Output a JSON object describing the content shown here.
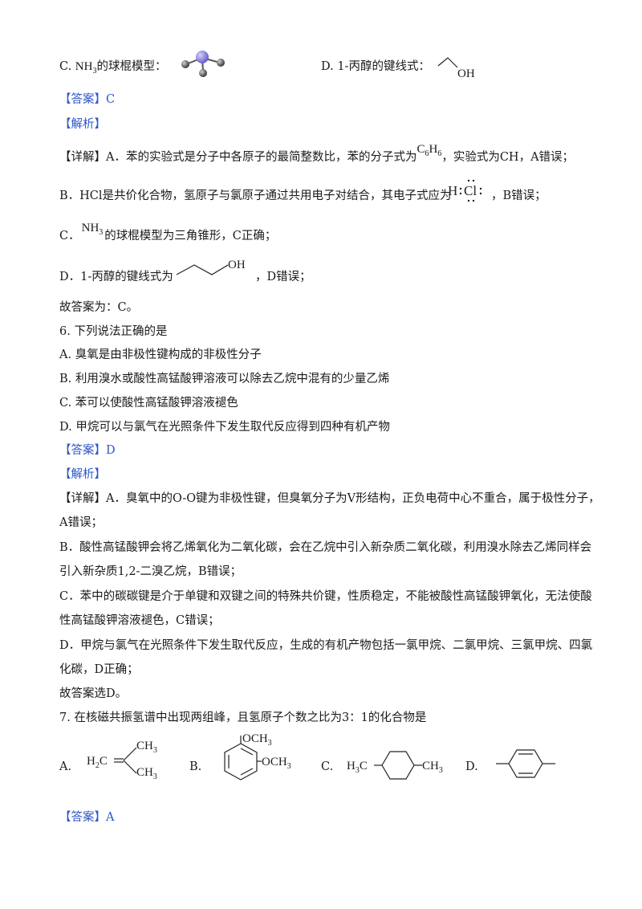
{
  "q5": {
    "optC_prefix": "C. ",
    "optC_formula": "NH",
    "optC_sub": "3",
    "optC_suffix": "的球棍模型：",
    "optD_text": "D. 1-丙醇的键线式：",
    "optD_oh": "OH",
    "answer": "【答案】C",
    "analysis": "【解析】",
    "detailA_pre": "【详解】A．苯的实验式是分子中各原子的最简整数比，苯的分子式为",
    "detailA_formula": "C",
    "detailA_sub1": "6",
    "detailA_h": "H",
    "detailA_sub2": "6",
    "detailA_post": "，实验式为CH，A错误；",
    "detailB_pre": "B．HCl是共价化合物，氢原子与氯原子通过共用电子对结合，其电子式应为",
    "detailB_h": "H",
    "detailB_cl": "Cl",
    "detailB_post": "，B错误；",
    "detailC_pre": "C．",
    "detailC_formula": "NH",
    "detailC_sub": "3",
    "detailC_post": "的球棍模型为三角锥形，C正确；",
    "detailD_pre": "D．1-丙醇的键线式为",
    "detailD_oh": "OH",
    "detailD_post": "，D错误；",
    "conclusion": "故答案为：C。"
  },
  "q6": {
    "stem": "6. 下列说法正确的是",
    "options": [
      "A. 臭氧是由非极性键构成的非极性分子",
      "B. 利用溴水或酸性高锰酸钾溶液可以除去乙烷中混有的少量乙烯",
      "C. 苯可以使酸性高锰酸钾溶液褪色",
      "D. 甲烷可以与氯气在光照条件下发生取代反应得到四种有机产物"
    ],
    "answer": "【答案】D",
    "analysis": "【解析】",
    "details": [
      "【详解】A．臭氧中的O-O键为非极性键，但臭氧分子为V形结构，正负电荷中心不重合，属于极性分子，",
      "A错误；",
      "B．酸性高锰酸钾会将乙烯氧化为二氧化碳，会在乙烷中引入新杂质二氧化碳，利用溴水除去乙烯同样会",
      "引入新杂质1,2-二溴乙烷，B错误；",
      "C．苯中的碳碳键是介于单键和双键之间的特殊共价键，性质稳定，不能被酸性高锰酸钾氧化，无法使酸",
      "性高锰酸钾溶液褪色，C错误；",
      "D．甲烷与氯气在光照条件下发生取代反应，生成的有机产物包括一氯甲烷、二氯甲烷、三氯甲烷、四氯",
      "化碳，D正确；",
      "故答案选D。"
    ]
  },
  "q7": {
    "stem": "7. 在核磁共振氢谱中出现两组峰，且氢原子个数之比为3：1的化合物是",
    "optA_label": "A.",
    "optA_h2c": "H",
    "optA_h2c_sub": "2",
    "optA_c": "C",
    "optA_ch3": "CH",
    "optA_ch3_sub": "3",
    "optB_label": "B.",
    "optB_och3": "OCH",
    "optB_och3_sub": "3",
    "optC_label": "C.",
    "optC_h3c": "H",
    "optC_h3c_sub": "3",
    "optC_c": "C",
    "optC_ch3": "CH",
    "optC_ch3_sub": "3",
    "optD_label": "D.",
    "answer": "【答案】A"
  }
}
